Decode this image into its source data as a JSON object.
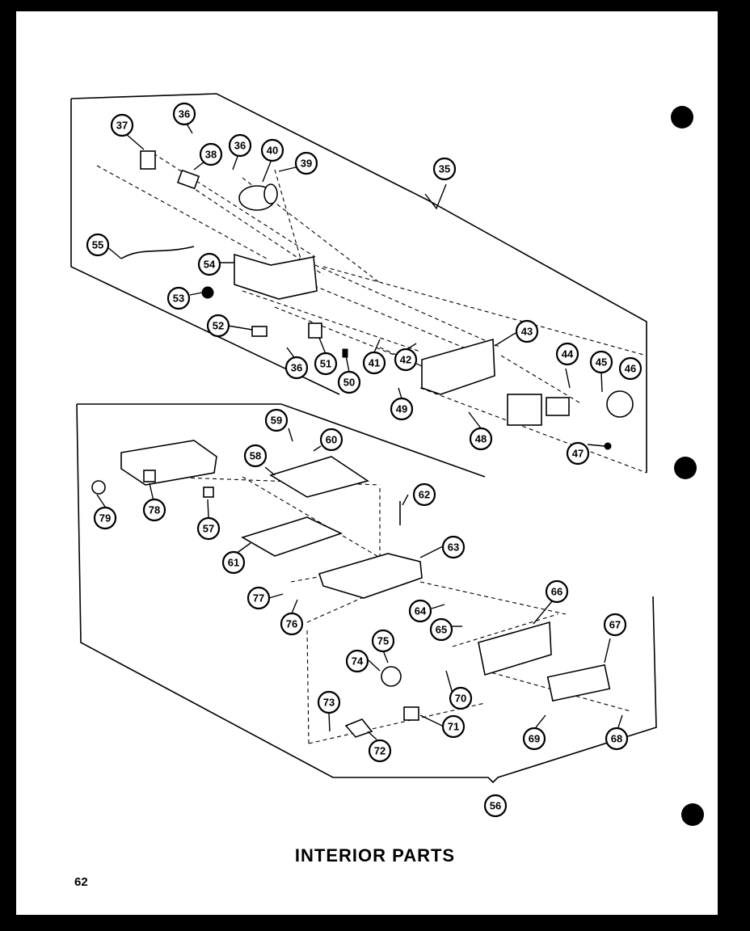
{
  "page": {
    "title": "INTERIOR PARTS",
    "page_number": "62"
  },
  "callouts": [
    "35",
    "36",
    "36",
    "36",
    "37",
    "38",
    "39",
    "40",
    "41",
    "42",
    "43",
    "44",
    "45",
    "46",
    "47",
    "48",
    "49",
    "50",
    "51",
    "52",
    "53",
    "54",
    "55",
    "56",
    "57",
    "58",
    "59",
    "60",
    "61",
    "62",
    "63",
    "64",
    "65",
    "66",
    "67",
    "68",
    "69",
    "70",
    "71",
    "72",
    "73",
    "74",
    "75",
    "76",
    "77",
    "78",
    "79"
  ],
  "colors": {
    "ink": "#000000",
    "paper": "#ffffff"
  }
}
